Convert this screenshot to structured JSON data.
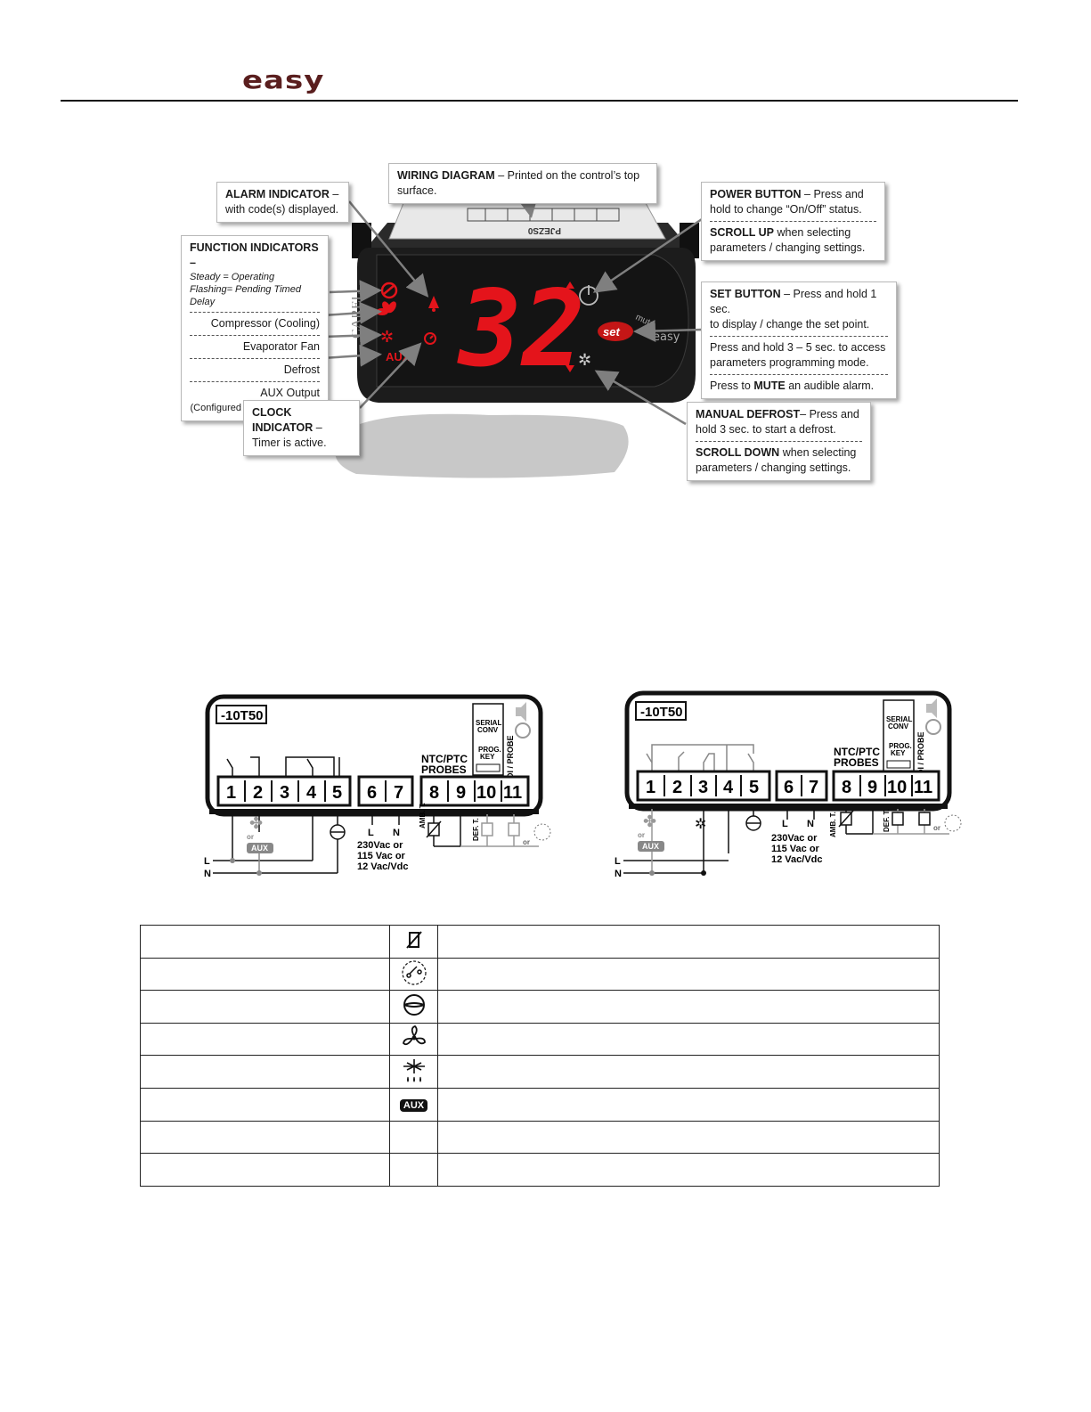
{
  "header": {
    "logo": "easy"
  },
  "controller": {
    "display_value": "32",
    "brand": "CAREL",
    "model_label": "PJEZS0",
    "set_label": "set",
    "mute_label": "mute",
    "logo": "easy",
    "aux_label": "AUX"
  },
  "callouts": {
    "wiring": {
      "title": "WIRING DIAGRAM",
      "text": " – Printed on the control’s top surface."
    },
    "alarm": {
      "title": "ALARM INDICATOR",
      "text1": " –",
      "text2": "with code(s) displayed."
    },
    "function": {
      "title": "FUNCTION INDICATORS –",
      "steady": "Steady  = Operating",
      "flashing": "Flashing= Pending Timed Delay",
      "items": [
        "Compressor (Cooling)",
        "Evaporator Fan",
        "Defrost",
        "AUX Output"
      ],
      "aux_note": "(Configured by Installer/OEM)"
    },
    "clock": {
      "title": "CLOCK INDICATOR",
      "text1": " –",
      "text2": "Timer is active."
    },
    "power": {
      "title": "POWER BUTTON",
      "text1": " – Press and",
      "text2": "hold to change “On/Off” status.",
      "scroll_title": "SCROLL UP",
      "scroll_text1": " when selecting",
      "scroll_text2": "parameters / changing settings."
    },
    "set": {
      "title": "SET BUTTON",
      "text1": " – Press and hold 1 sec.",
      "text2": "to display / change the set point.",
      "text3": "Press and hold 3 – 5 sec. to access",
      "text4": "parameters programming mode.",
      "mute_pre": "Press to ",
      "mute_title": "MUTE",
      "mute_post": " an audible alarm."
    },
    "defrost": {
      "title": "MANUAL DEFROST",
      "text1": "– Press and",
      "text2": "hold 3 sec. to start a defrost.",
      "scroll_title": "SCROLL DOWN",
      "scroll_text1": " when selecting",
      "scroll_text2": "parameters / changing settings."
    }
  },
  "wiring_left": {
    "range": "-10T50",
    "terminals": [
      "1",
      "2",
      "3",
      "4",
      "5",
      "6",
      "7",
      "8",
      "9",
      "10",
      "11"
    ],
    "serial": "SERIAL",
    "conv": "CONV",
    "prog": "PROG.",
    "key": "KEY",
    "di_probe": "DI / PROBE",
    "ntc": "NTC/PTC",
    "probes": "PROBES",
    "amb": "AMB. T.",
    "def": "DEF. T.",
    "or": "or",
    "aux": "AUX",
    "l": "L",
    "n": "N",
    "v1": "230Vac or",
    "v2": "115 Vac or",
    "v3": "12 Vac/Vdc"
  },
  "wiring_right": {
    "range": "-10T50",
    "terminals": [
      "1",
      "2",
      "3",
      "4",
      "5",
      "6",
      "7",
      "8",
      "9",
      "10",
      "11"
    ],
    "serial": "SERIAL",
    "conv": "CONV",
    "prog": "PROG.",
    "key": "KEY",
    "di_probe": "DI / PROBE",
    "ntc": "NTC/PTC",
    "probes": "PROBES",
    "amb": "AMB. T.",
    "def": "DEF. T.",
    "or": "or",
    "aux": "AUX",
    "l": "L",
    "n": "N",
    "v1": "230Vac or",
    "v2": "115 Vac or",
    "v3": "12 Vac/Vdc"
  },
  "legend": {
    "rows": [
      {
        "icon": "probe-icon",
        "label": "",
        "desc": ""
      },
      {
        "icon": "digital-input-icon",
        "label": "",
        "desc": ""
      },
      {
        "icon": "compressor-icon",
        "label": "",
        "desc": ""
      },
      {
        "icon": "fan-icon",
        "label": "",
        "desc": ""
      },
      {
        "icon": "defrost-icon",
        "label": "",
        "desc": ""
      },
      {
        "icon": "aux-icon",
        "label": "",
        "desc": "",
        "badge": "AUX"
      },
      {
        "icon": "",
        "label": "",
        "desc": ""
      },
      {
        "icon": "",
        "label": "",
        "desc": ""
      }
    ]
  },
  "colors": {
    "display_red": "#e4141b",
    "controller_body": "#1c1c1c",
    "logo": "#5a1e1e"
  }
}
